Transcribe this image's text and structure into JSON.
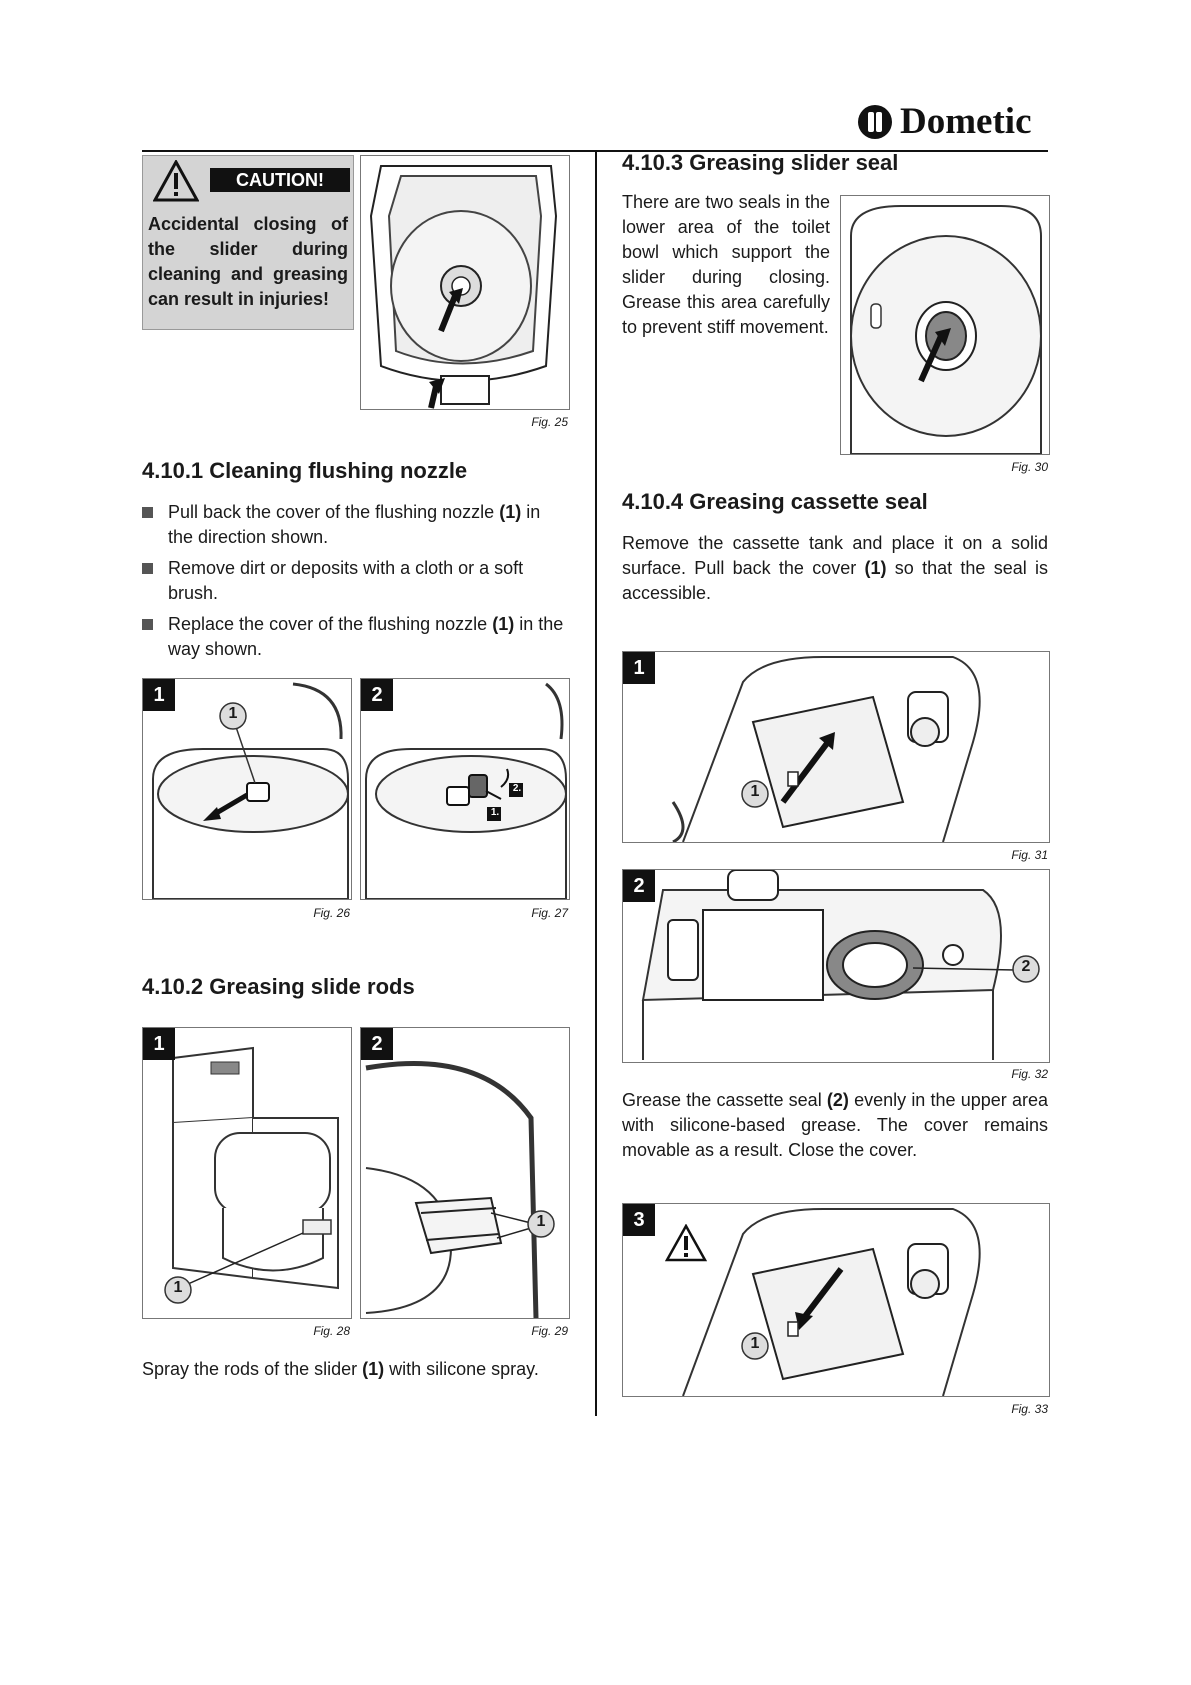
{
  "brand": {
    "name": "Dometic"
  },
  "caution": {
    "label": "CAUTION!",
    "text": "Accidental closing of the slider during cleaning and greasing can result in injuries!"
  },
  "figures": {
    "fig25": "Fig. 25",
    "fig26": "Fig. 26",
    "fig27": "Fig. 27",
    "fig28": "Fig. 28",
    "fig29": "Fig. 29",
    "fig30": "Fig. 30",
    "fig31": "Fig. 31",
    "fig32": "Fig. 32",
    "fig33": "Fig. 33"
  },
  "section_4_10_1": {
    "title": "4.10.1 Cleaning flushing nozzle",
    "items": [
      {
        "pre": "Pull back the cover of the flushing nozzle ",
        "ref": "(1)",
        "post": " in the direction shown."
      },
      {
        "pre": "Remove dirt or deposits with a cloth or a soft brush.",
        "ref": "",
        "post": ""
      },
      {
        "pre": "Replace the cover of the flushing nozzle ",
        "ref": "(1)",
        "post": " in the way shown."
      }
    ]
  },
  "section_4_10_2": {
    "title": "4.10.2 Greasing slide rods",
    "text_pre": "Spray the rods of the slider ",
    "text_ref": "(1)",
    "text_post": " with silicone spray."
  },
  "section_4_10_3": {
    "title": "4.10.3 Greasing slider seal",
    "text": "There are two seals in the lower area of the toilet bowl which support the slider during closing. Grease this area carefully to prevent stiff movement."
  },
  "section_4_10_4": {
    "title": "4.10.4 Greasing cassette seal",
    "intro_pre": "Remove the cassette tank and place it on a solid surface. Pull back the cover ",
    "intro_ref": "(1)",
    "intro_post": " so that the seal is accessible.",
    "grease_pre": "Grease the cassette seal ",
    "grease_ref": "(2)",
    "grease_post": " evenly in the upper area with silicone-based grease. The cover remains movable as a result. Close the cover."
  },
  "steps": {
    "s1": "1",
    "s2": "2",
    "s3": "3"
  },
  "callouts": {
    "c1": "1",
    "c2": "2",
    "step1": "1.",
    "step2": "2."
  }
}
